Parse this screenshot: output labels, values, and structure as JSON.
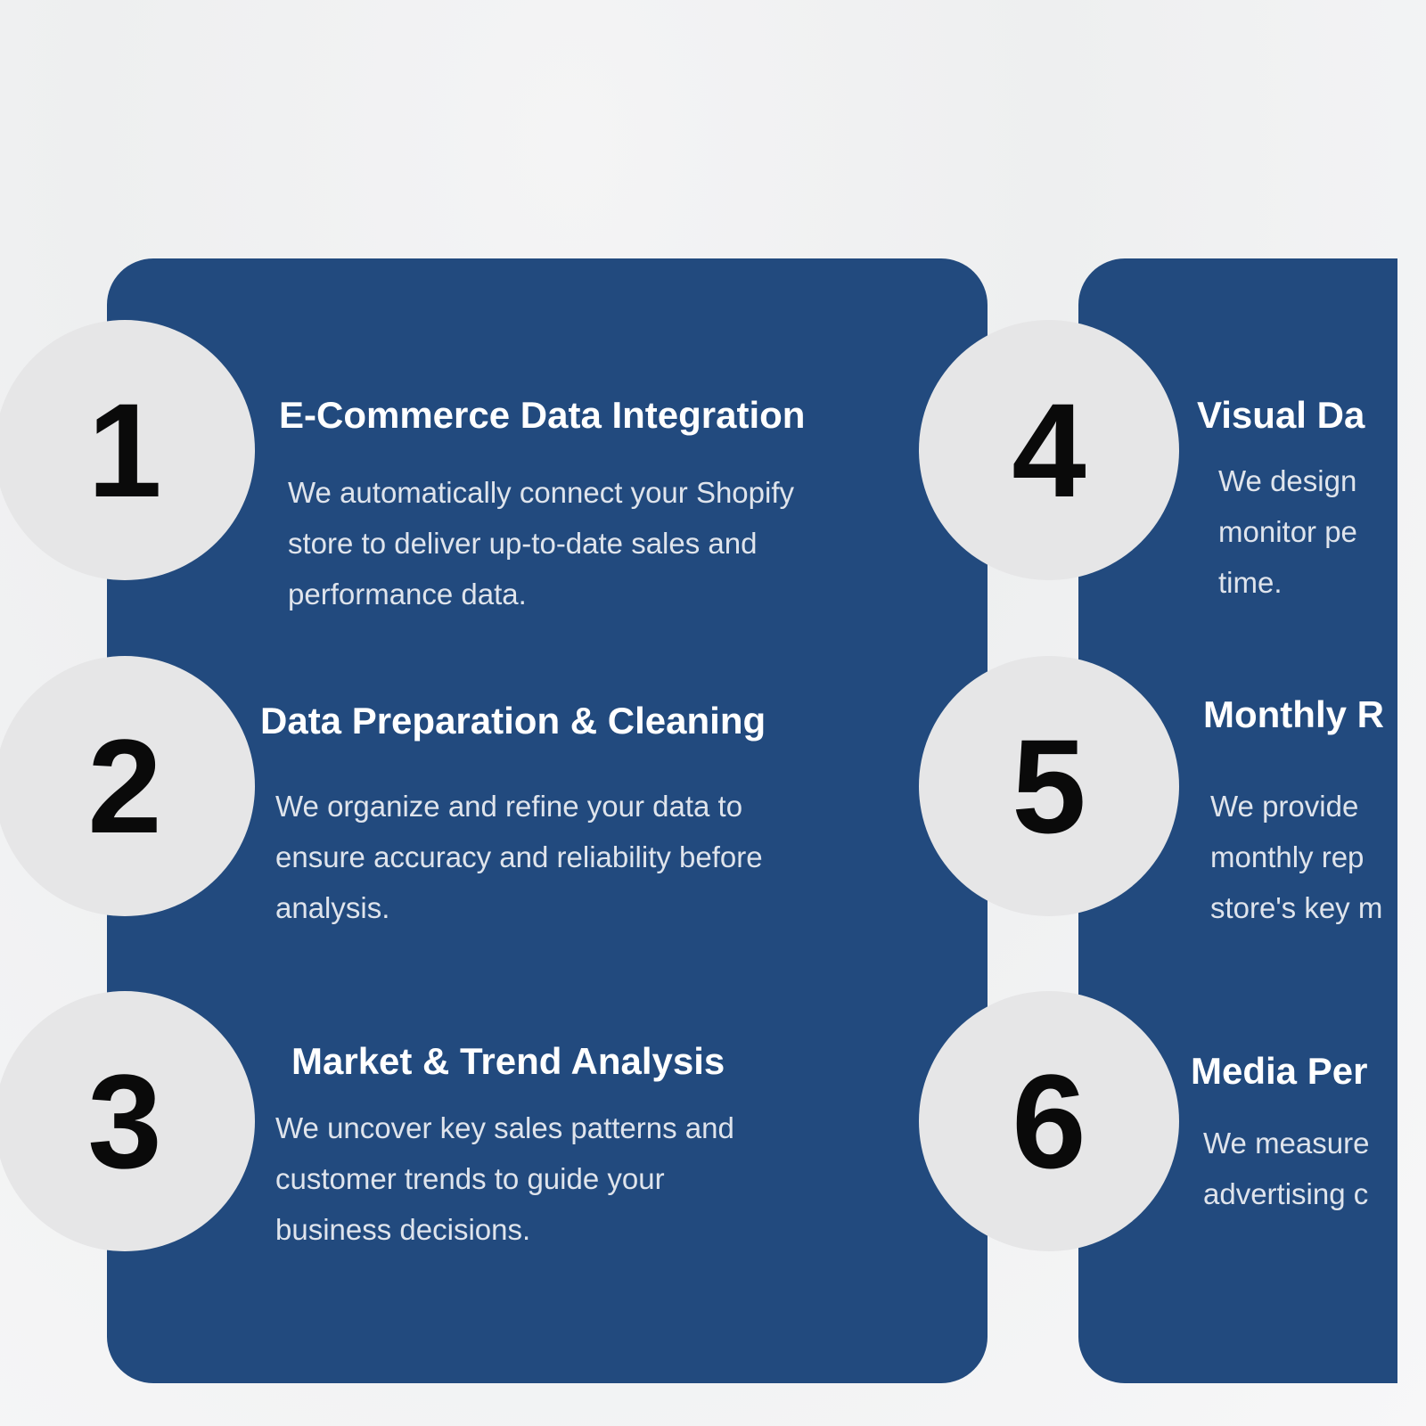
{
  "colors": {
    "card": "#224a7e",
    "circle": "#e6e6e7",
    "background": "#f2f2f3"
  },
  "steps": [
    {
      "number": "1",
      "title": "E-Commerce Data Integration",
      "desc": "We automatically connect your Shopify\nstore to deliver up-to-date sales and\nperformance data."
    },
    {
      "number": "2",
      "title": "Data Preparation & Cleaning",
      "desc": "We organize and refine your data to\nensure accuracy and reliability before\nanalysis."
    },
    {
      "number": "3",
      "title": "Market & Trend Analysis",
      "desc": "We uncover key sales patterns and\ncustomer trends to guide your\nbusiness decisions."
    },
    {
      "number": "4",
      "title": "Visual Da",
      "desc": "We design\nmonitor pe\ntime."
    },
    {
      "number": "5",
      "title": "Monthly R",
      "desc": "We provide\nmonthly rep\nstore's key m"
    },
    {
      "number": "6",
      "title": "Media Per",
      "desc": "We measure\nadvertising c"
    }
  ]
}
